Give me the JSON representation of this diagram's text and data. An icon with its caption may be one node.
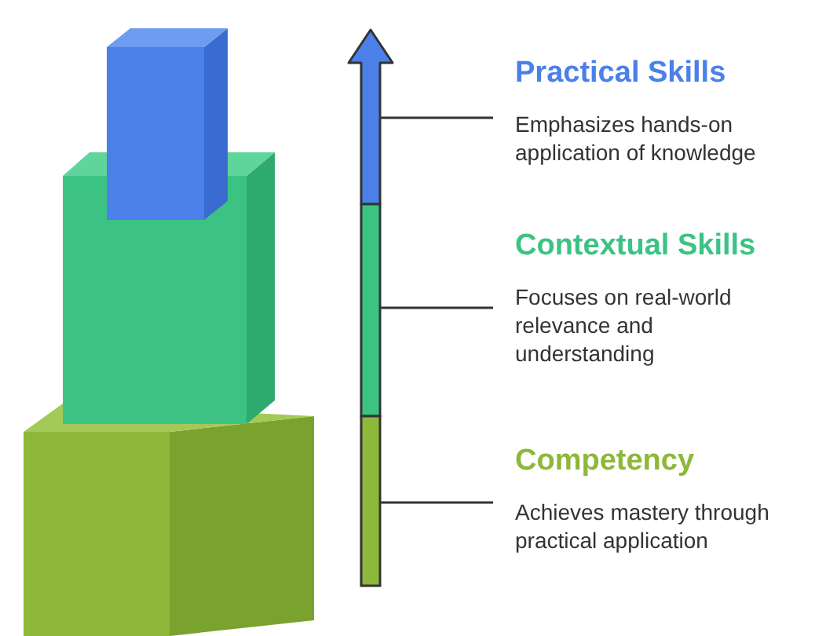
{
  "diagram": {
    "nodes": [
      {
        "text": [
          "Practical Skills",
          "Emphasizes hands-on application of knowledge"
        ]
      },
      {
        "text": [
          "Contextual Skills",
          "Focuses on real-world relevance and understanding"
        ]
      },
      {
        "text": [
          "Competency",
          "Achieves mastery through practical application"
        ]
      },
      {
        "text": [],
        "shape": "bar"
      },
      {
        "text": [],
        "shape": "bar"
      },
      {
        "text": [],
        "shape": "bar"
      }
    ],
    "edges": [
      {
        "from": 0,
        "to": 3,
        "arrow": "none"
      },
      {
        "from": 1,
        "to": 4,
        "arrow": "none"
      },
      {
        "from": 2,
        "to": 5,
        "arrow": "none"
      }
    ]
  }
}
